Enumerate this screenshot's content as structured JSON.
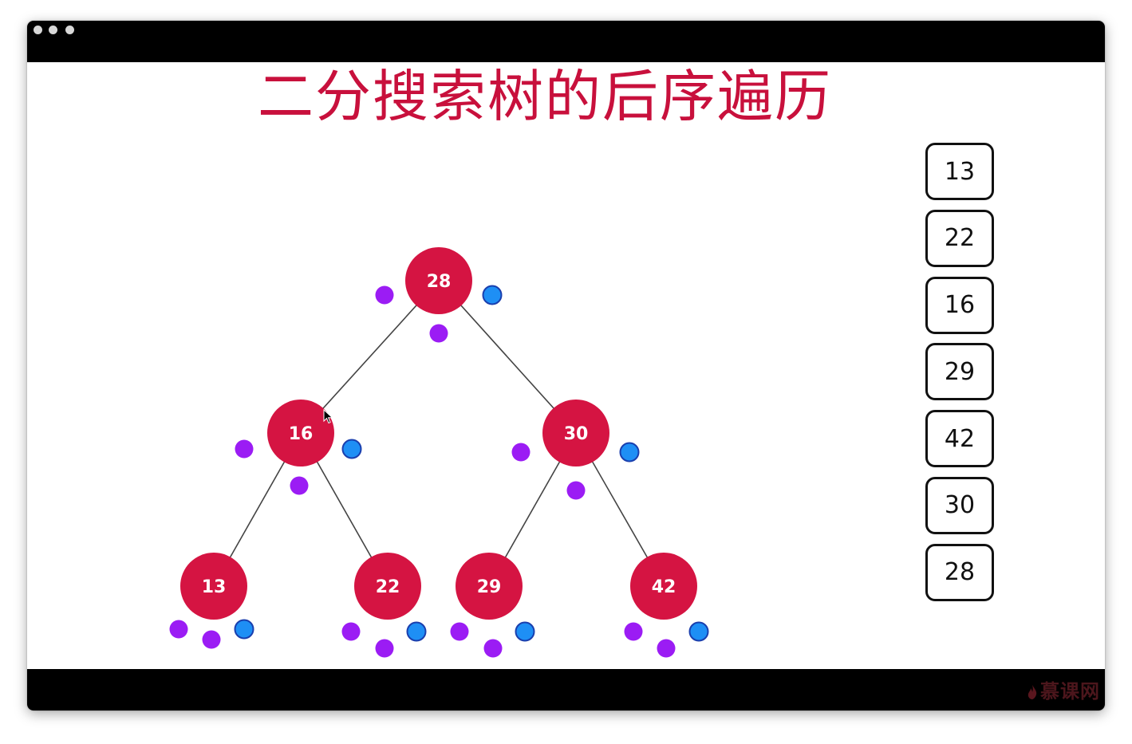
{
  "title": "二分搜索树的后序遍历",
  "watermark": "慕课网",
  "icons": {
    "window_dots": "window-control-dot",
    "cursor": "mouse-pointer-icon",
    "watermark_logo": "flame-icon"
  },
  "colors": {
    "title": "#c8103c",
    "node_fill": "#d51442",
    "marker_purple": "#9b1cf4",
    "marker_blue": "#1e8ff5",
    "marker_blue_stroke": "#1a3fae",
    "edge": "#444444",
    "box_border": "#111111"
  },
  "tree": {
    "nodes": [
      {
        "id": "n28",
        "label": "28"
      },
      {
        "id": "n16",
        "label": "16"
      },
      {
        "id": "n30",
        "label": "30"
      },
      {
        "id": "n13",
        "label": "13"
      },
      {
        "id": "n22",
        "label": "22"
      },
      {
        "id": "n29",
        "label": "29"
      },
      {
        "id": "n42",
        "label": "42"
      }
    ],
    "edges": [
      [
        "n28",
        "n16"
      ],
      [
        "n28",
        "n30"
      ],
      [
        "n16",
        "n13"
      ],
      [
        "n16",
        "n22"
      ],
      [
        "n30",
        "n29"
      ],
      [
        "n30",
        "n42"
      ]
    ],
    "markers": {
      "n28": [
        "purple",
        "purple",
        "blue"
      ],
      "n16": [
        "purple",
        "purple",
        "blue"
      ],
      "n30": [
        "purple",
        "purple",
        "blue"
      ],
      "n13": [
        "purple",
        "purple",
        "blue"
      ],
      "n22": [
        "purple",
        "purple",
        "blue"
      ],
      "n29": [
        "purple",
        "purple",
        "blue"
      ],
      "n42": [
        "purple",
        "purple",
        "blue"
      ]
    }
  },
  "postorder_result": [
    "13",
    "22",
    "16",
    "29",
    "42",
    "30",
    "28"
  ]
}
